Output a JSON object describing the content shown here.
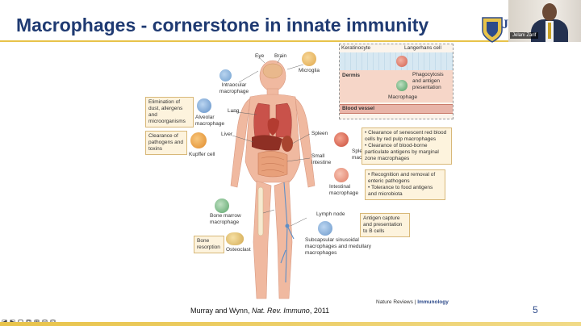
{
  "slide": {
    "title": "Macrophages - cornerstone in innate immunity",
    "page_number": "5",
    "citation_authors": "Murray and Wynn, ",
    "citation_journal": "Nat. Rev. Immuno",
    "citation_year": ", 2011",
    "publisher_prefix": "Nature Reviews | ",
    "publisher_journal": "Immunology",
    "logo_text": "J",
    "video_name": "Jelani Zarif"
  },
  "figure": {
    "organ_labels": {
      "eye": "Eye",
      "brain": "Brain",
      "lung": "Lung",
      "liver": "Liver",
      "spleen": "Spleen",
      "small_intestine": "Small intestine",
      "lymph_node": "Lymph node"
    },
    "cell_labels": {
      "microglia": "Microglia",
      "intraocular": "Intraocular macrophage",
      "alveolar": "Alveolar macrophage",
      "kupffer": "Kupffer cell",
      "splenic": "Splenic macrophage",
      "intestinal": "Intestinal macrophage",
      "bone_marrow": "Bone marrow macrophage",
      "osteoclast": "Osteoclast",
      "subcapsular": "Subcapsular sinusoidal macrophages and medullary macrophages"
    },
    "skin_inset": {
      "keratinocyte": "Keratinocyte",
      "langerhans": "Langerhans cell",
      "dermis": "Dermis",
      "phagocytosis": "Phagocytosis and antigen presentation",
      "macrophage": "Macrophage",
      "blood_vessel": "Blood vessel"
    },
    "function_boxes": {
      "alveolar_fn": "Elimination of dust, allergens and microorganisms",
      "kupffer_fn": "Clearance of pathogens and toxins",
      "bone_fn": "Bone resorption",
      "spleen_fn_1": "• Clearance of senescent red blood cells by red pulp macrophages",
      "spleen_fn_2": "• Clearance of blood-borne particulate antigens by marginal zone macrophages",
      "intestine_fn_1": "• Recognition and removal of enteric pathogens",
      "intestine_fn_2": "• Tolerance to food antigens and microbiota",
      "lymph_fn": "Antigen capture and presentation to B cells"
    }
  },
  "controls": [
    "◀",
    "▶",
    "▢",
    "⧉",
    "⊕",
    "◎",
    "⊙"
  ],
  "colors": {
    "title": "#1f3a72",
    "accent_rule": "#e8c34a",
    "box_fill": "#fdf3dd",
    "box_border": "#d8b879",
    "skin": "#f0b9a0"
  }
}
